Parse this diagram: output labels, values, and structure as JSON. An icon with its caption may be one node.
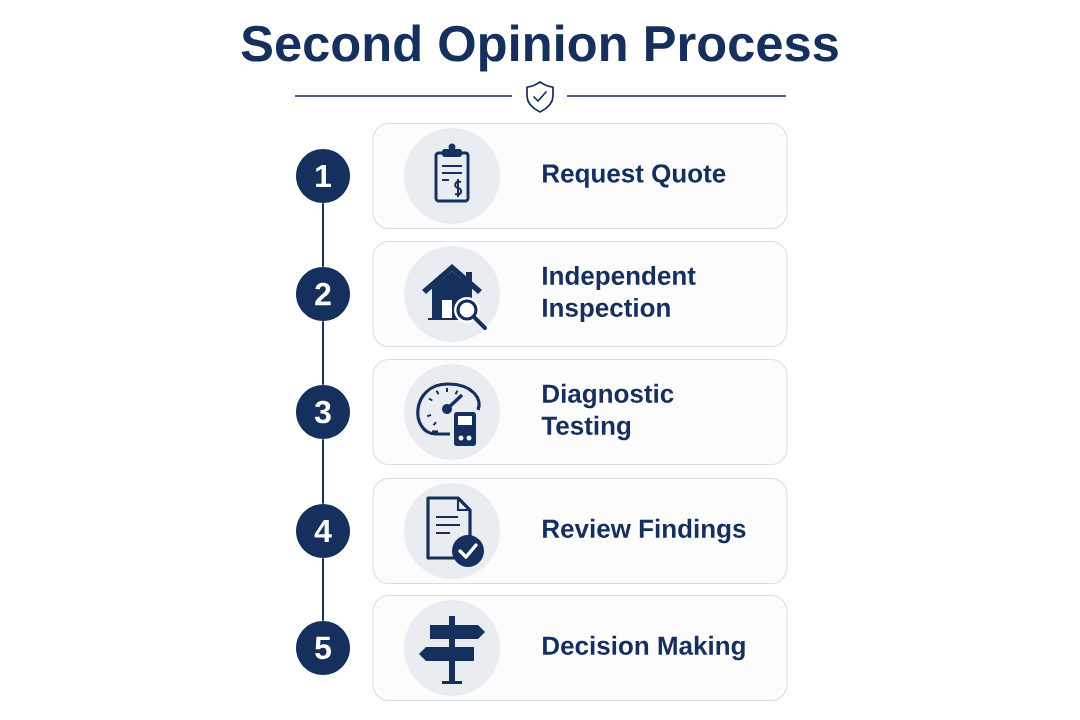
{
  "diagram": {
    "title": "Second Opinion Process",
    "nodes": [
      {
        "text": [
          "1"
        ]
      },
      {
        "text": [
          "Request Quote"
        ]
      },
      {
        "text": [
          "2"
        ]
      },
      {
        "text": [
          "Independent Inspection"
        ]
      },
      {
        "text": [
          "3"
        ]
      },
      {
        "text": [
          "Diagnostic Testing"
        ]
      },
      {
        "text": [
          "4"
        ]
      },
      {
        "text": [
          "Review Findings"
        ]
      },
      {
        "text": [
          "5"
        ]
      },
      {
        "text": [
          "Decision Making"
        ]
      }
    ],
    "edges": [
      {
        "from": 0,
        "to": 2,
        "arrow": "none"
      },
      {
        "from": 2,
        "to": 4,
        "arrow": "none"
      },
      {
        "from": 4,
        "to": 6,
        "arrow": "none"
      },
      {
        "from": 6,
        "to": 8,
        "arrow": "none"
      }
    ]
  }
}
